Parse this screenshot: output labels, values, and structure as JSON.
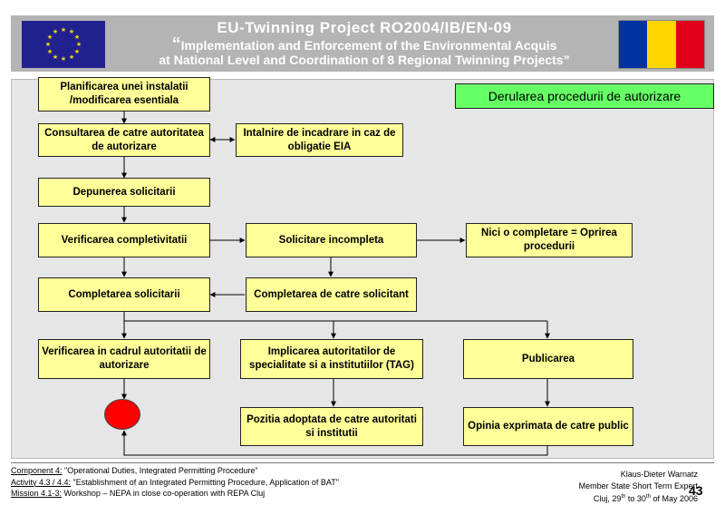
{
  "header": {
    "title": "EU-Twinning Project RO2004/IB/EN-09",
    "subtitle_open_quote": "“",
    "subtitle_line1": "Implementation and Enforcement of the Environmental Acquis",
    "subtitle_line2": "at National Level and Coordination of 8 Regional Twinning Projects”"
  },
  "colors": {
    "header_bg": "#b4b4b4",
    "box_fill": "#ffff99",
    "tag_fill": "#66ff66",
    "eu_blue": "#20218f",
    "ro_blue": "#0033a0",
    "ro_yellow": "#ffd700",
    "ro_red": "#e0001a"
  },
  "diagram": {
    "tag": "Derularea procedurii de autorizare",
    "boxes": {
      "planificarea": "Planificarea unei instalatii /modificarea esentiala",
      "consultarea": "Consultarea de catre autoritatea de autorizare",
      "intalnire": "Intalnire de incadrare in caz de obligatie EIA",
      "depunerea": "Depunerea solicitarii",
      "verificarea_completivitatii": "Verificarea completivitatii",
      "solicitare_incompleta": "Solicitare incompleta",
      "nici_o_completare": "Nici o completare = Oprirea procedurii",
      "completarea_solicitarii": "Completarea solicitarii",
      "completarea_de_catre": "Completarea de catre solicitant",
      "verificarea_cadrul": "Verificarea in cadrul autoritatii de autorizare",
      "implicarea": "Implicarea autoritatilor de specialitate si a institutiilor (TAG)",
      "publicarea": "Publicarea",
      "pozitia": "Pozitia adoptata de catre autoritati si institutii",
      "opinia": "Opinia exprimata de catre public"
    }
  },
  "footer": {
    "component_label": "Component 4:",
    "component_text": " \"Operational Duties, Integrated Permitting Procedure\"",
    "activity_label": "Activity 4.3 / 4.4:",
    "activity_text": " \"Establishment of an Integrated Permitting Procedure, Application of BAT\"",
    "mission_label": "Mission 4.1-3:",
    "mission_text": " Workshop – NEPA in close co-operation with REPA Cluj",
    "author": "Klaus-Dieter Warnatz",
    "role": "Member State Short Term Expert",
    "date_pre": "Cluj, 29",
    "date_sup1": "th",
    "date_mid": " to 30",
    "date_sup2": "th",
    "date_post": " of May 2006",
    "page_number": "43"
  }
}
